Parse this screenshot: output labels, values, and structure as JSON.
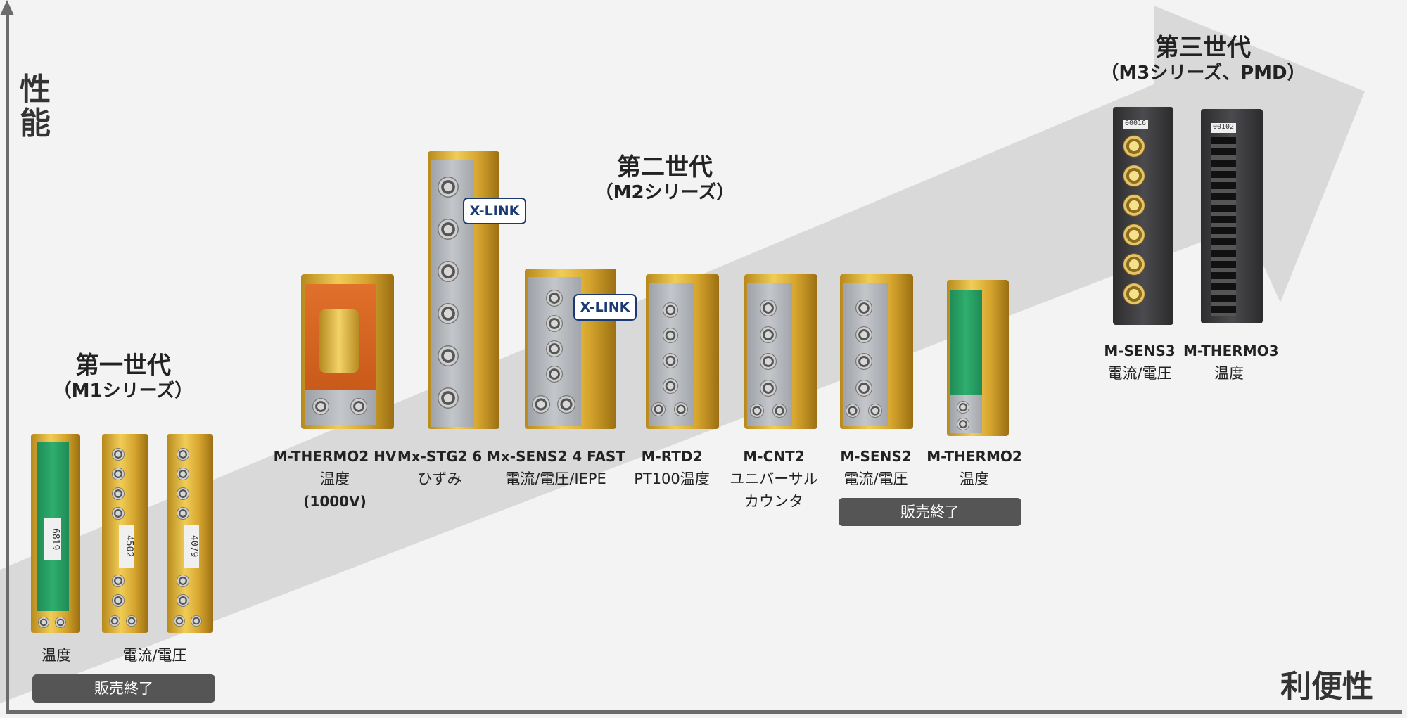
{
  "axes": {
    "y_label": "性能",
    "x_label": "利便性"
  },
  "generations": [
    {
      "title": "第一世代",
      "subtitle": "（M1シリーズ）"
    },
    {
      "title": "第二世代",
      "subtitle": "（M2シリーズ）"
    },
    {
      "title": "第三世代",
      "subtitle": "（M3シリーズ、PMD）"
    }
  ],
  "gen1": {
    "captions": [
      "温度",
      "電流/電圧"
    ],
    "serials": [
      "6819",
      "4502",
      "4079"
    ],
    "status": "販売終了"
  },
  "gen2": {
    "products": [
      {
        "name": "M-THERMO2 HV",
        "line2": "温度",
        "line3": "(1000V)"
      },
      {
        "name": "Mx-STG2 6",
        "line2": "ひずみ",
        "line3": ""
      },
      {
        "name": "Mx-SENS2 4 FAST",
        "line2": "電流/電圧/IEPE",
        "line3": ""
      },
      {
        "name": "M-RTD2",
        "line2": "PT100温度",
        "line3": ""
      },
      {
        "name": "M-CNT2",
        "line2": "ユニバーサル",
        "line3": "カウンタ"
      },
      {
        "name": "M-SENS2",
        "line2": "電流/電圧",
        "line3": ""
      },
      {
        "name": "M-THERMO2",
        "line2": "温度",
        "line3": ""
      }
    ],
    "badge": "X-LINK",
    "status": "販売終了"
  },
  "gen3": {
    "products": [
      {
        "name": "M-SENS3",
        "line2": "電流/電圧"
      },
      {
        "name": "M-THERMO3",
        "line2": "温度"
      }
    ]
  },
  "colors": {
    "arrow": "#d9d9d9",
    "axis": "#6b6b6b",
    "badge_border": "#1b3a73",
    "discontinued_bg": "#555555",
    "gold": "#e0b443"
  }
}
